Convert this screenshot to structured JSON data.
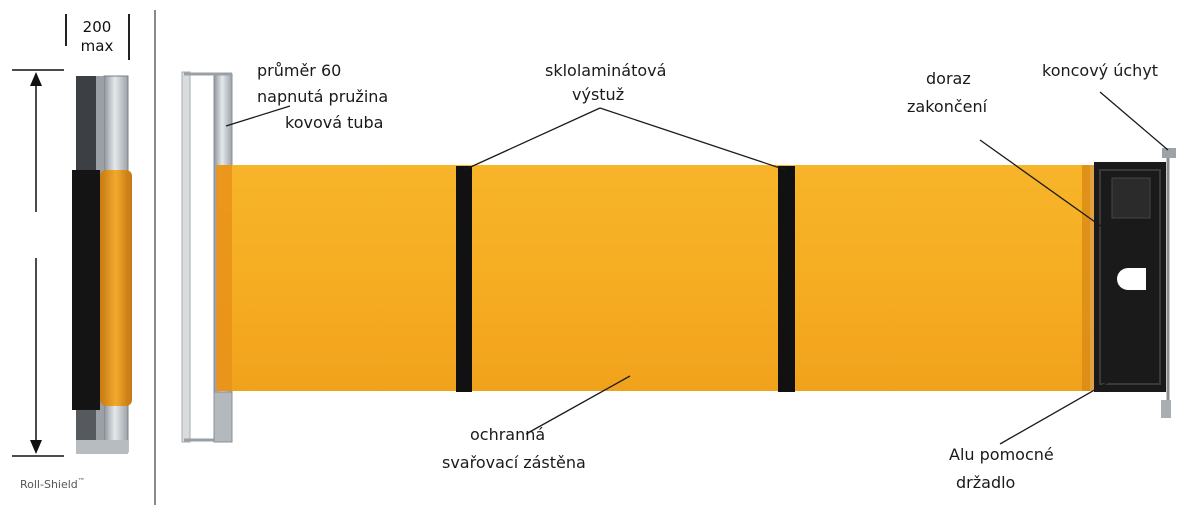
{
  "dimension": {
    "value": "200",
    "unit": "max"
  },
  "logo_text": "Roll-Shield",
  "logo_mark": "™",
  "labels": {
    "diameter": "průměr 60",
    "spring": "napnutá pružina",
    "tube": "kovová tuba",
    "reinforcement_line1": "sklolaminátová",
    "reinforcement_line2": "výstuž",
    "stop_line1": "doraz",
    "stop_line2": "zakončení",
    "end_grip": "koncový úchyt",
    "screen_line1": "ochranná",
    "screen_line2": "svařovací zástěna",
    "handle_line1": "Alu pomocné",
    "handle_line2": "držadlo"
  },
  "colors": {
    "curtain": "#f4aa1e",
    "curtain_edge": "#e9931a",
    "stripe": "#111111",
    "handle": "#1a1a1a",
    "tube": "#c9ccd0"
  }
}
